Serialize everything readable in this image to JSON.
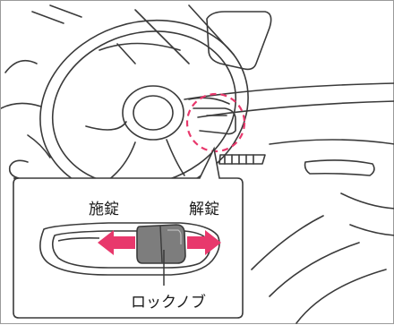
{
  "labels": {
    "lock": "施錠",
    "unlock": "解錠",
    "lock_knob": "ロックノブ"
  },
  "colors": {
    "arrow": "#e8386c",
    "callout_circle": "#e8386c",
    "line": "#3a3a3a",
    "knob_fill": "#7d7d7d"
  }
}
